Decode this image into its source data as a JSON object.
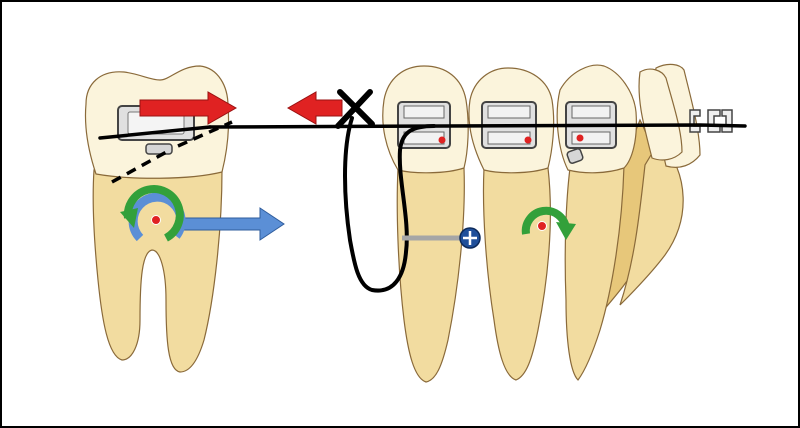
{
  "figure": {
    "subject": "orthodontic-lower-segment-with-auxiliary-wire",
    "teeth": [
      "molar",
      "premolar-1",
      "premolar-2",
      "canine",
      "lateral-incisor",
      "central-incisor"
    ],
    "colors": {
      "border": "#000000",
      "root": "#f2dca0",
      "root_shadow": "#e7c77a",
      "crown": "#fbf4dc",
      "outline": "#8a6a3a",
      "bracket": "#e0e0e0",
      "bracket_edge": "#444444",
      "wire": "#000000",
      "force_red": "#e02222",
      "force_blue": "#5b8fd6",
      "moment_green": "#33a03a",
      "center_red": "#e02222",
      "link_gray": "#a6a6a6",
      "center_blue": "#1f4f9a"
    },
    "icons": {
      "cut": "x-cross-icon",
      "rotation": "curved-rotation-arrow-icon",
      "force": "straight-arrow-icon",
      "center": "circle-plus-icon"
    }
  }
}
